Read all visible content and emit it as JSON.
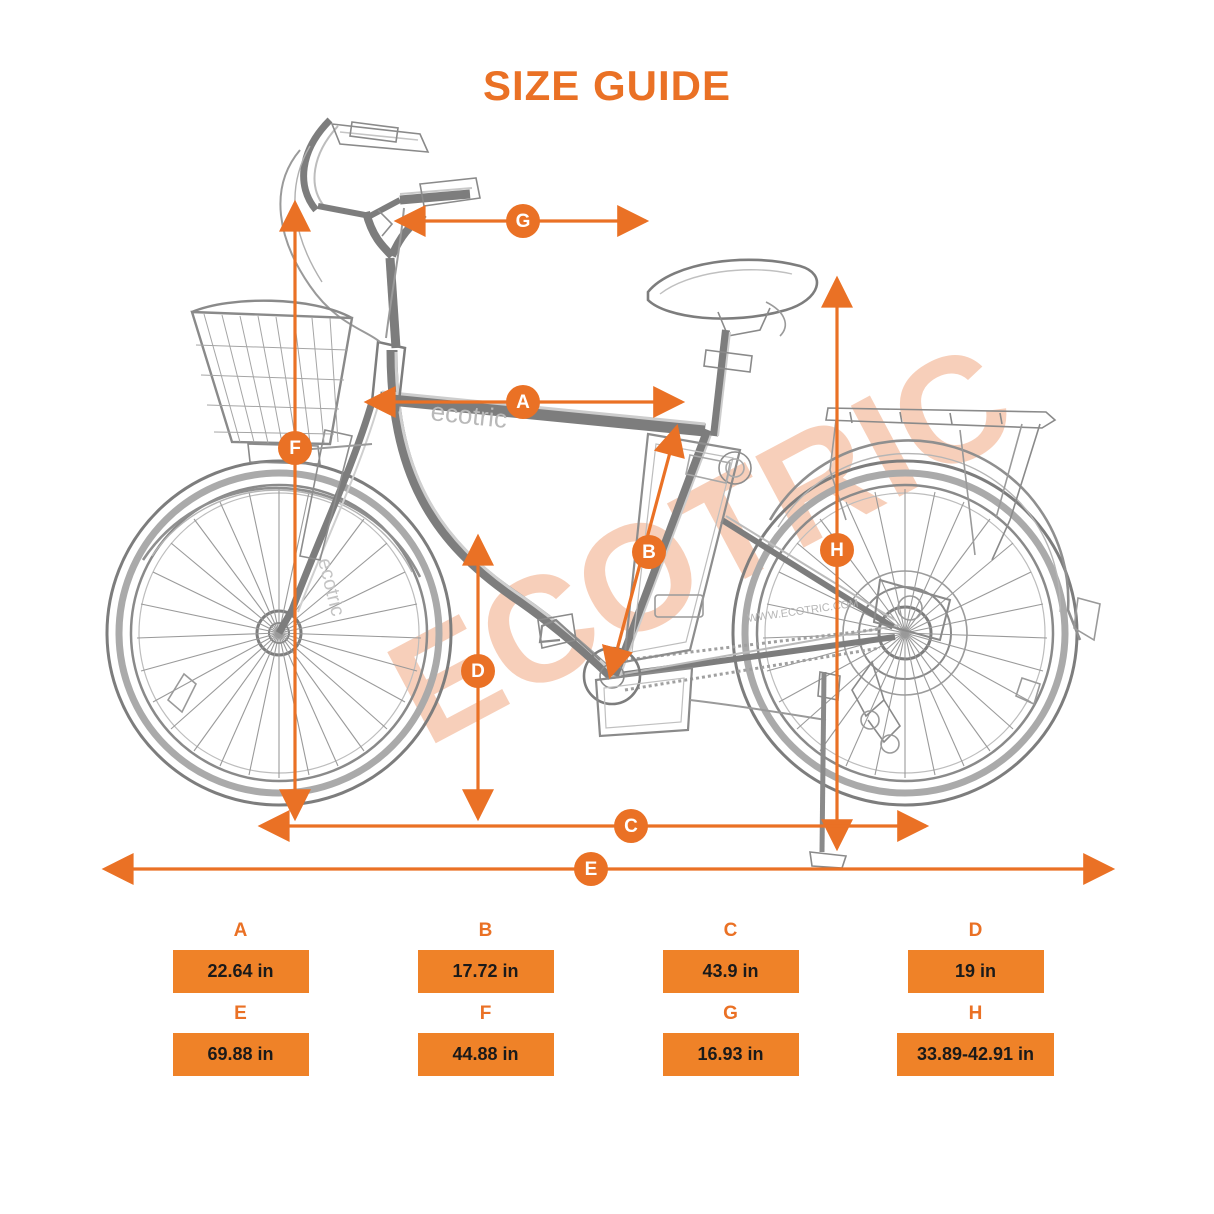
{
  "page": {
    "title": "SIZE GUIDE",
    "accent_color": "#ea7125",
    "value_box_color": "#ef8228",
    "background": "#ffffff"
  },
  "diagram": {
    "subject": "electric city bicycle side view line drawing",
    "watermark": "ECOTRIC",
    "brand_on_frame": "ecotric",
    "brand_on_chainstay": "WWW.ECOTRIC.COM",
    "dimension_markers": [
      {
        "letter": "A",
        "description": "top tube / frame length horizontal"
      },
      {
        "letter": "B",
        "description": "battery / seat tube diagonal"
      },
      {
        "letter": "C",
        "description": "wheelbase horizontal"
      },
      {
        "letter": "D",
        "description": "standover height vertical"
      },
      {
        "letter": "E",
        "description": "overall length horizontal"
      },
      {
        "letter": "F",
        "description": "handlebar height vertical"
      },
      {
        "letter": "G",
        "description": "handlebar width horizontal"
      },
      {
        "letter": "H",
        "description": "seat height vertical"
      }
    ]
  },
  "measurements": {
    "rows": [
      [
        {
          "letter": "A",
          "value": "22.64 in"
        },
        {
          "letter": "B",
          "value": "17.72 in"
        },
        {
          "letter": "C",
          "value": "43.9 in"
        },
        {
          "letter": "D",
          "value": "19 in"
        }
      ],
      [
        {
          "letter": "E",
          "value": "69.88 in"
        },
        {
          "letter": "F",
          "value": "44.88 in"
        },
        {
          "letter": "G",
          "value": "16.93 in"
        },
        {
          "letter": "H",
          "value": "33.89-42.91 in"
        }
      ]
    ]
  }
}
